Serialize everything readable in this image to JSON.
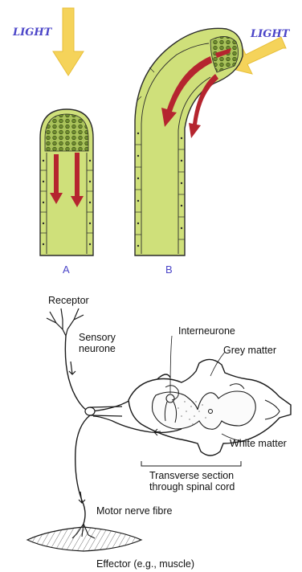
{
  "top_figure": {
    "light_left": "LIGHT",
    "light_right": "LIGHT",
    "panel_a": "A",
    "panel_b": "B"
  },
  "reflex_arc": {
    "receptor": "Receptor",
    "sensory_line1": "Sensory",
    "sensory_line2": "neurone",
    "interneurone": "Interneurone",
    "grey_matter": "Grey matter",
    "white_matter": "White matter",
    "section_line1": "Transverse section",
    "section_line2": "through spinal cord",
    "motor": "Motor nerve fibre",
    "effector": "Effector (e.g., muscle)"
  },
  "colors": {
    "shoot_fill": "#cfe07a",
    "tip_cells": "#8fae3e",
    "arrow_red": "#b5252f",
    "light_arrow": "#f5d35a",
    "label_blue": "#4b45c8"
  }
}
